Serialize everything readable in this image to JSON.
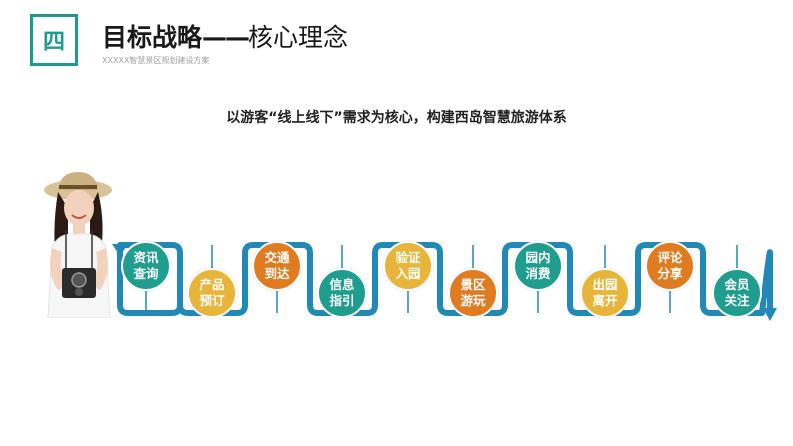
{
  "section": {
    "number": "四"
  },
  "header": {
    "title_bold": "目标战略",
    "title_dash": "——",
    "title_rest": "核心理念",
    "subtitle": "XXXXX智慧景区规划建设方案"
  },
  "headline": "以游客“线上线下”需求为核心，构建西岛智慧旅游体系",
  "colors": {
    "teal": "#1f9e8f",
    "gold": "#e6b53a",
    "orange": "#e07b20",
    "pipe": "#2189b8",
    "accent": "#1d9b8e"
  },
  "flow": {
    "steps": [
      {
        "label": "资讯查询",
        "color": "teal"
      },
      {
        "label": "产品预订",
        "color": "gold"
      },
      {
        "label": "交通到达",
        "color": "orange"
      },
      {
        "label": "信息指引",
        "color": "teal"
      },
      {
        "label": "验证入园",
        "color": "gold"
      },
      {
        "label": "景区游玩",
        "color": "orange"
      },
      {
        "label": "园内消费",
        "color": "teal"
      },
      {
        "label": "出园离开",
        "color": "gold"
      },
      {
        "label": "评论分享",
        "color": "orange"
      },
      {
        "label": "会员关注",
        "color": "teal"
      }
    ]
  },
  "illustration": {
    "icon": "tourist-woman-with-camera"
  }
}
